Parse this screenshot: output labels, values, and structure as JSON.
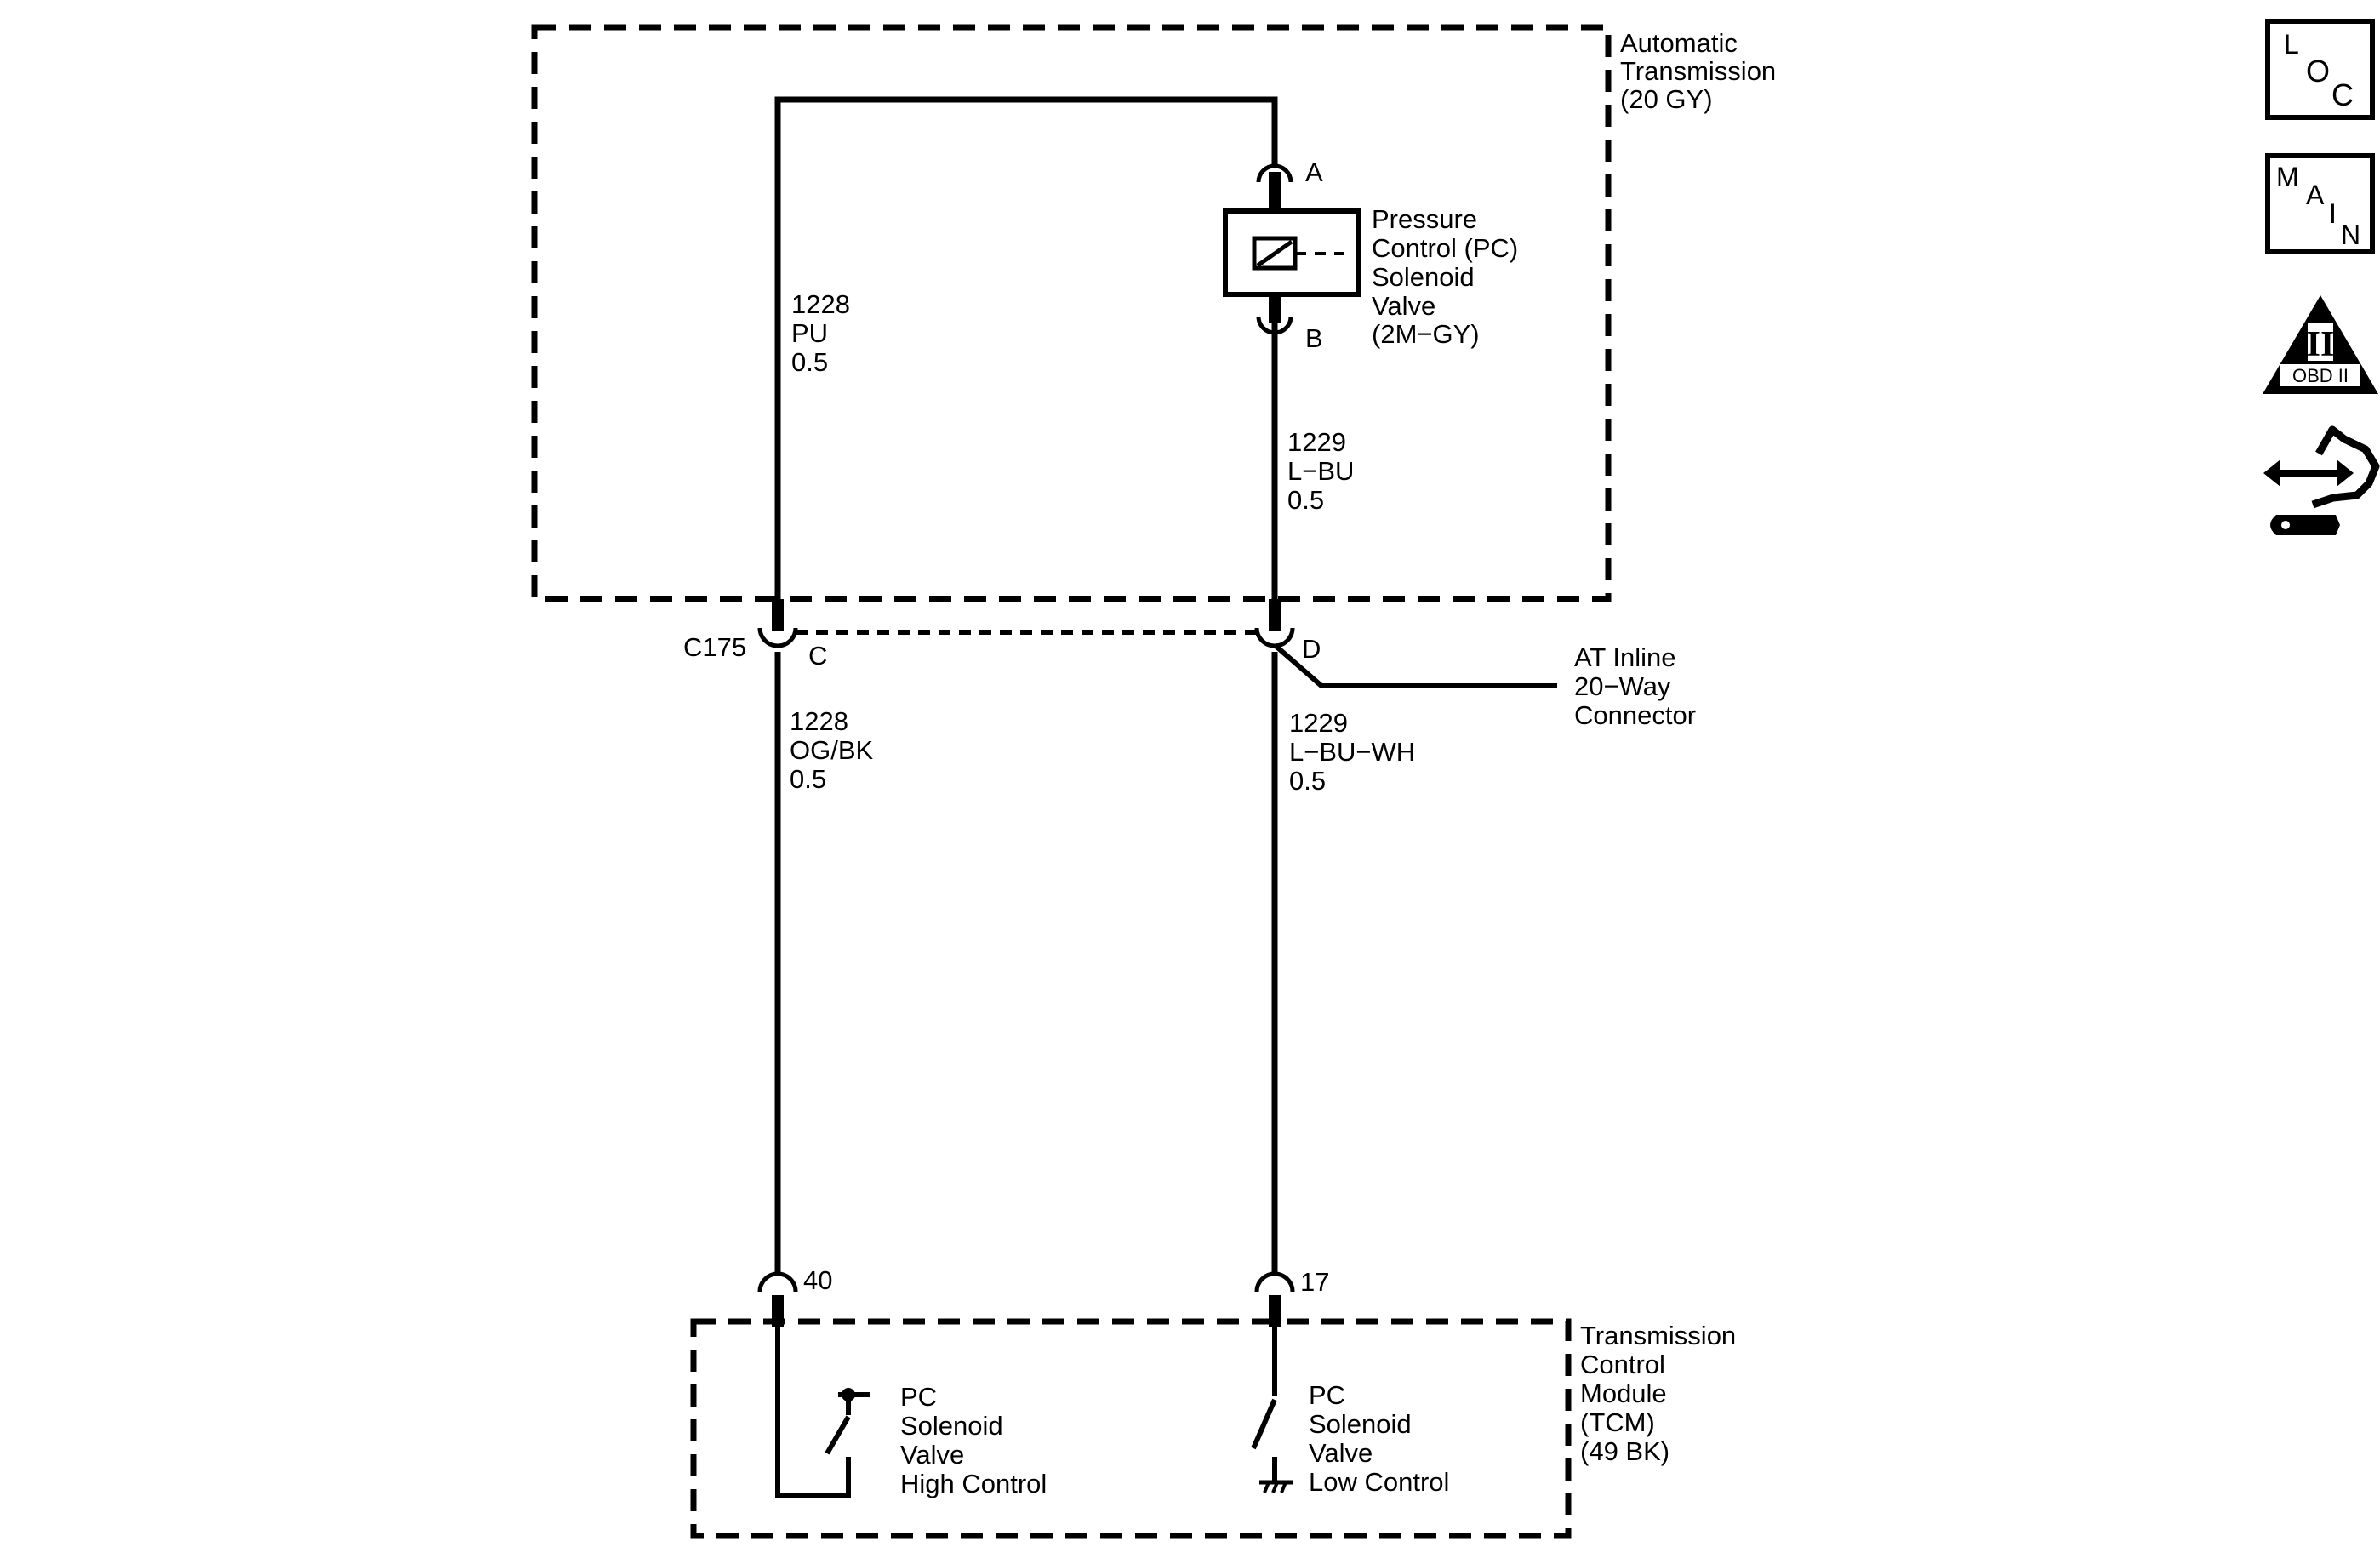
{
  "automatic_transmission": {
    "name_line1": "Automatic",
    "name_line2": "Transmission",
    "connector": "(20 GY)"
  },
  "solenoid": {
    "line1": "Pressure",
    "line2": "Control (PC)",
    "line3": "Solenoid",
    "line4": "Valve",
    "line5": "(2M−GY)",
    "pin_a": "A",
    "pin_b": "B"
  },
  "wire_left_upper": {
    "circuit": "1228",
    "color": "PU",
    "size": "0.5"
  },
  "wire_right_upper": {
    "circuit": "1229",
    "color": "L−BU",
    "size": "0.5"
  },
  "wire_left_lower": {
    "circuit": "1228",
    "color": "OG/BK",
    "size": "0.5"
  },
  "wire_right_lower": {
    "circuit": "1229",
    "color": "L−BU−WH",
    "size": "0.5"
  },
  "inline_connector": {
    "id": "C175",
    "pin_c": "C",
    "pin_d": "D",
    "name_line1": "AT Inline",
    "name_line2": "20−Way",
    "name_line3": "Connector"
  },
  "tcm": {
    "name_line1": "Transmission",
    "name_line2": "Control",
    "name_line3": "Module",
    "name_line4": "(TCM)",
    "connector": "(49 BK)",
    "pin_40": "40",
    "pin_17": "17",
    "high_control": {
      "line1": "PC",
      "line2": "Solenoid",
      "line3": "Valve",
      "line4": "High Control"
    },
    "low_control": {
      "line1": "PC",
      "line2": "Solenoid",
      "line3": "Valve",
      "line4": "Low Control"
    }
  },
  "icons": {
    "loc": {
      "l": "L",
      "o": "O",
      "c": "C"
    },
    "main": {
      "m": "M",
      "a": "A",
      "i": "I",
      "n": "N"
    },
    "obd": {
      "roman": "II",
      "label": "OBD II"
    },
    "tools": "arrows-wrench-icon"
  }
}
